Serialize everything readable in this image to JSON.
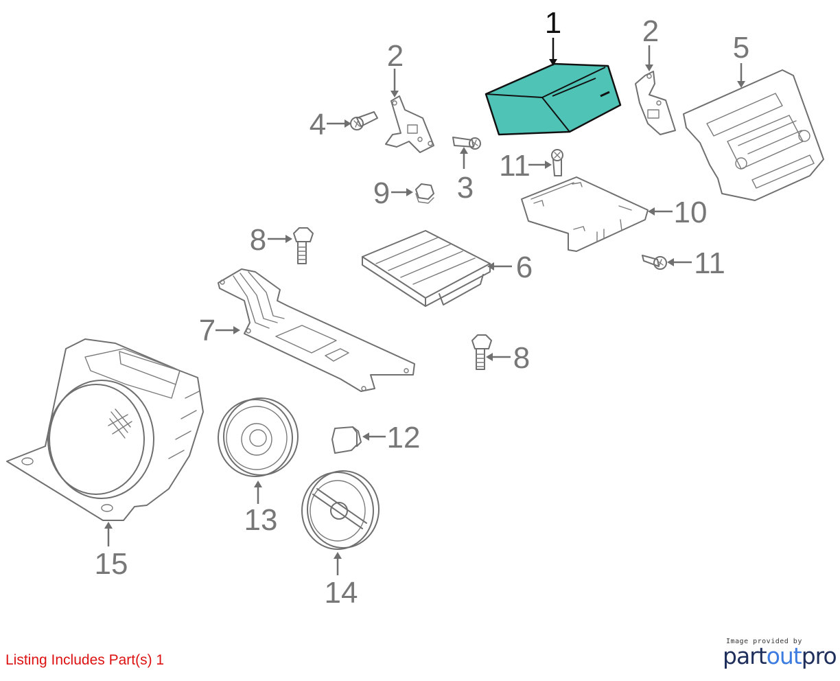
{
  "callouts": {
    "part_1": "1",
    "part_2_left": "2",
    "part_2_right": "2",
    "part_3": "3",
    "part_4": "4",
    "part_5": "5",
    "part_6": "6",
    "part_7": "7",
    "part_8_upper": "8",
    "part_8_lower": "8",
    "part_9": "9",
    "part_10": "10",
    "part_11_upper": "11",
    "part_11_lower": "11",
    "part_12": "12",
    "part_13": "13",
    "part_14": "14",
    "part_15": "15"
  },
  "colors": {
    "highlight_fill": "#4fc3b6",
    "line_gray": "#6f6f6f",
    "listing_red": "#dd1111",
    "logo_navy": "#1f2f5c",
    "logo_blue": "#3c7be0"
  },
  "highlighted_part": "1",
  "listing_note": "Listing Includes Part(s) 1",
  "provider": {
    "caption": "Image provided by",
    "logo_part1": "part",
    "logo_part2": "out",
    "logo_part3": "pro"
  }
}
